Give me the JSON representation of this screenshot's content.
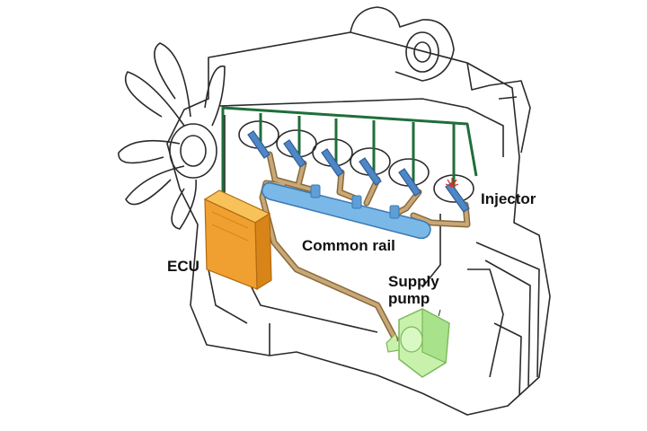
{
  "labels": {
    "injector": "Injector",
    "common_rail": "Common rail",
    "ecu": "ECU",
    "supply_pump_line1": "Supply",
    "supply_pump_line2": "pump"
  },
  "colors": {
    "outline": "#2a2a2a",
    "wiring": "#1f6e3a",
    "fuel_line": "#b89a6a",
    "rail": "#78b8e6",
    "ecu": "#f0a030",
    "pump": "#bff0a0",
    "injector": "#4f86c6",
    "spray": "#e03020"
  }
}
